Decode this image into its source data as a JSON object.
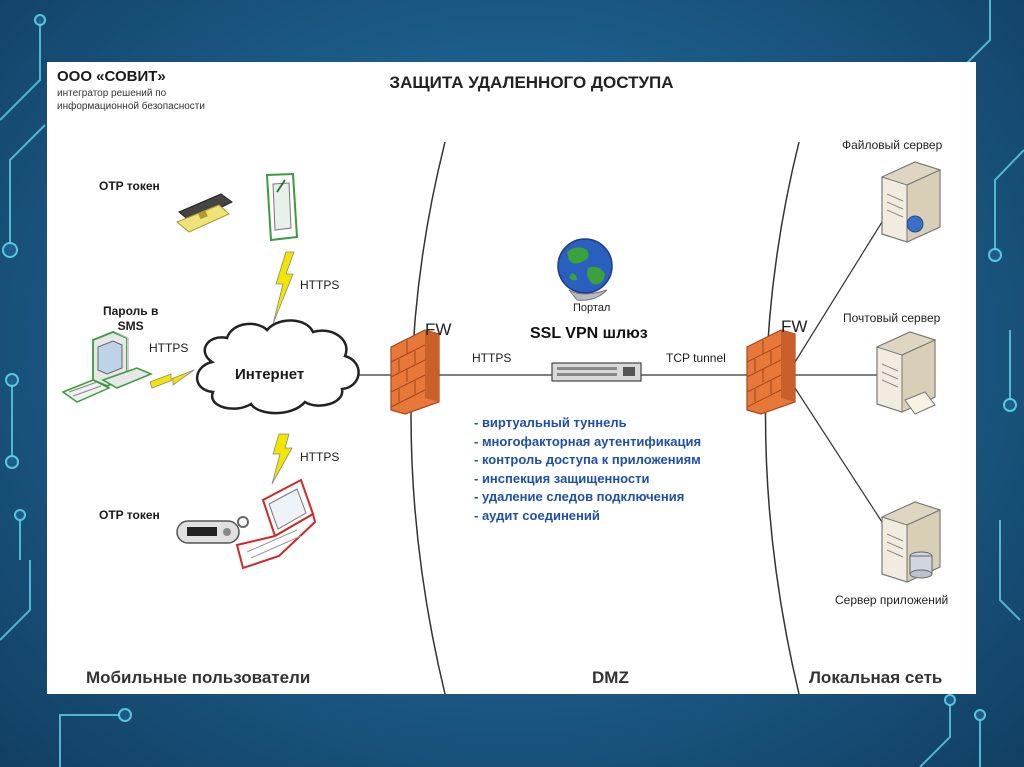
{
  "header": {
    "company": "ООО «СОВИТ»",
    "tagline_line1": "интегратор решений по",
    "tagline_line2": "информационной безопасности",
    "title": "ЗАЩИТА УДАЛЕННОГО ДОСТУПА"
  },
  "users": {
    "otp_token_top": "OTP токен",
    "sms_line1": "Пароль в",
    "sms_line2": "SMS",
    "otp_token_bottom": "OTP токен"
  },
  "links": {
    "https_top": "HTTPS",
    "https_left": "HTTPS",
    "https_bottom": "HTTPS",
    "https_gateway": "HTTPS",
    "tcp_tunnel": "TCP tunnel"
  },
  "network": {
    "internet": "Интернет",
    "fw_left": "FW",
    "fw_right": "FW",
    "portal": "Портал",
    "gateway": "SSL VPN шлюз"
  },
  "features": [
    "- виртуальный туннель",
    "- многофакторная аутентификация",
    "- контроль доступа к приложениям",
    "- инспекция защищенности",
    "- удаление следов подключения",
    "- аудит соединений"
  ],
  "servers": {
    "file": "Файловый сервер",
    "mail": "Почтовый сервер",
    "app": "Сервер приложений"
  },
  "zones": {
    "mobile": "Мобильные пользователи",
    "dmz": "DMZ",
    "local": "Локальная сеть"
  },
  "colors": {
    "background": "#1d5f8c",
    "circuit": "#5fd3e8",
    "feature_text": "#1f4fa8",
    "firewall": "#e8783a",
    "lightning": "#f2e600"
  }
}
